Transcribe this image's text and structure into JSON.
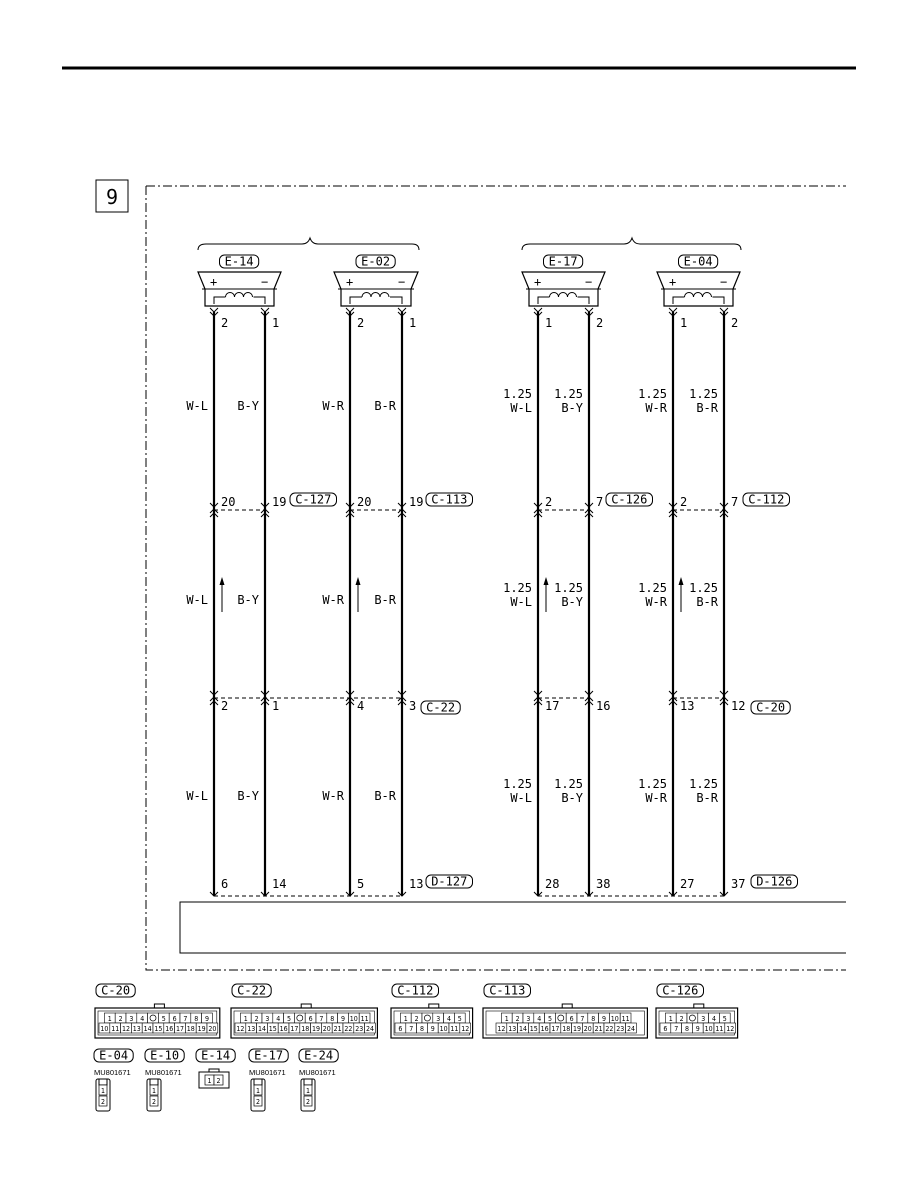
{
  "page_number": "9",
  "speakers": [
    {
      "id": "E-14",
      "pins": [
        "2",
        "1"
      ],
      "polarity": [
        "+",
        "−"
      ]
    },
    {
      "id": "E-02",
      "pins": [
        "2",
        "1"
      ],
      "polarity": [
        "+",
        "−"
      ]
    },
    {
      "id": "E-17",
      "pins": [
        "1",
        "2"
      ],
      "polarity": [
        "+",
        "−"
      ]
    },
    {
      "id": "E-04",
      "pins": [
        "1",
        "2"
      ],
      "polarity": [
        "+",
        "−"
      ]
    }
  ],
  "wire_labels": {
    "seg1": [
      {
        "gauge": "",
        "color": "W-L"
      },
      {
        "gauge": "",
        "color": "B-Y"
      },
      {
        "gauge": "",
        "color": "W-R"
      },
      {
        "gauge": "",
        "color": "B-R"
      },
      {
        "gauge": "1.25",
        "color": "W-L"
      },
      {
        "gauge": "1.25",
        "color": "B-Y"
      },
      {
        "gauge": "1.25",
        "color": "W-R"
      },
      {
        "gauge": "1.25",
        "color": "B-R"
      }
    ],
    "seg2": [
      {
        "gauge": "",
        "color": "W-L"
      },
      {
        "gauge": "",
        "color": "B-Y"
      },
      {
        "gauge": "",
        "color": "W-R"
      },
      {
        "gauge": "",
        "color": "B-R"
      },
      {
        "gauge": "1.25",
        "color": "W-L"
      },
      {
        "gauge": "1.25",
        "color": "B-Y"
      },
      {
        "gauge": "1.25",
        "color": "W-R"
      },
      {
        "gauge": "1.25",
        "color": "B-R"
      }
    ],
    "seg3": [
      {
        "gauge": "",
        "color": "W-L"
      },
      {
        "gauge": "",
        "color": "B-Y"
      },
      {
        "gauge": "",
        "color": "W-R"
      },
      {
        "gauge": "",
        "color": "B-R"
      },
      {
        "gauge": "1.25",
        "color": "W-L"
      },
      {
        "gauge": "1.25",
        "color": "B-Y"
      },
      {
        "gauge": "1.25",
        "color": "W-R"
      },
      {
        "gauge": "1.25",
        "color": "B-R"
      }
    ]
  },
  "junctions": {
    "row1": {
      "pins": [
        "20",
        "19",
        "20",
        "19",
        "2",
        "7",
        "2",
        "7"
      ],
      "connectors": [
        "C-127",
        "C-113",
        "C-126",
        "C-112"
      ]
    },
    "row2": {
      "pins": [
        "2",
        "1",
        "4",
        "3",
        "17",
        "16",
        "13",
        "12"
      ],
      "connectors": [
        "C-22",
        "C-20"
      ]
    },
    "row3": {
      "pins": [
        "6",
        "14",
        "5",
        "13",
        "28",
        "38",
        "27",
        "37"
      ],
      "connectors": [
        "D-127",
        "D-126"
      ]
    }
  },
  "connector_views": [
    {
      "id": "C-20",
      "row1": [
        "1",
        "2",
        "3",
        "4",
        "",
        "5",
        "6",
        "7",
        "8",
        "9"
      ],
      "row2": [
        "10",
        "11",
        "12",
        "13",
        "14",
        "15",
        "16",
        "17",
        "18",
        "19",
        "20"
      ]
    },
    {
      "id": "C-22",
      "row1": [
        "1",
        "2",
        "3",
        "4",
        "5",
        "",
        "6",
        "7",
        "8",
        "9",
        "10",
        "11"
      ],
      "row2": [
        "12",
        "13",
        "14",
        "15",
        "16",
        "17",
        "18",
        "19",
        "20",
        "21",
        "22",
        "23",
        "24"
      ]
    },
    {
      "id": "C-112",
      "row1": [
        "1",
        "2",
        "",
        "3",
        "4",
        "5"
      ],
      "row2": [
        "6",
        "7",
        "8",
        "9",
        "10",
        "11",
        "12"
      ]
    },
    {
      "id": "C-113",
      "row1": [
        "1",
        "2",
        "3",
        "4",
        "5",
        "",
        "6",
        "7",
        "8",
        "9",
        "10",
        "11"
      ],
      "row2": [
        "12",
        "13",
        "14",
        "15",
        "16",
        "17",
        "18",
        "19",
        "20",
        "21",
        "22",
        "23",
        "24"
      ]
    },
    {
      "id": "C-126",
      "row1": [
        "1",
        "2",
        "",
        "3",
        "4",
        "5"
      ],
      "row2": [
        "6",
        "7",
        "8",
        "9",
        "10",
        "11",
        "12"
      ]
    }
  ],
  "small_connectors": [
    {
      "id": "E-04",
      "part": "MU801671",
      "pins": [
        "1",
        "2"
      ]
    },
    {
      "id": "E-10",
      "part": "MU801671",
      "pins": [
        "1",
        "2"
      ]
    },
    {
      "id": "E-14",
      "part": "",
      "pins": [
        "1",
        "2"
      ]
    },
    {
      "id": "E-17",
      "part": "MU801671",
      "pins": [
        "1",
        "2"
      ]
    },
    {
      "id": "E-24",
      "part": "MU801671",
      "pins": [
        "1",
        "2"
      ]
    }
  ]
}
